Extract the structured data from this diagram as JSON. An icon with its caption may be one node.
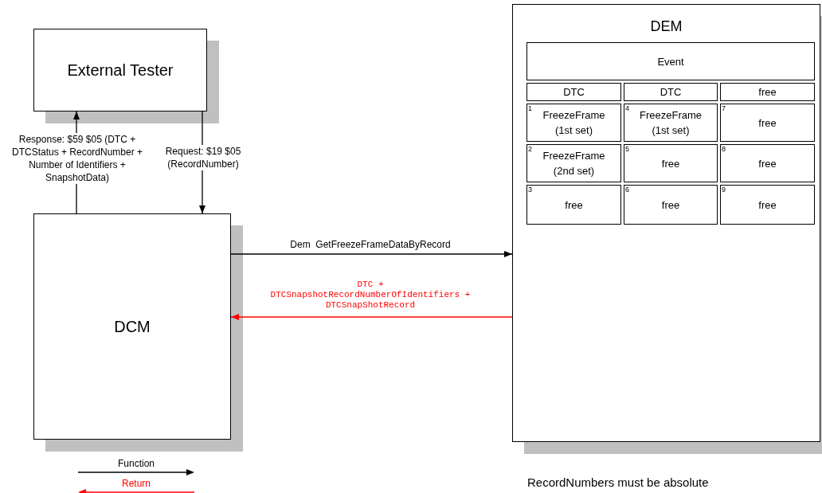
{
  "diagram": {
    "nodes": [
      {
        "text": [
          "External Tester"
        ]
      },
      {
        "text": [
          "DCM"
        ]
      },
      {
        "text": [
          "DEM"
        ]
      },
      {
        "text": [
          "Event"
        ],
        "in": 2
      },
      {
        "text": [
          "DTC"
        ],
        "in": 2
      },
      {
        "text": [
          "DTC"
        ],
        "in": 2
      },
      {
        "text": [
          "free"
        ],
        "in": 2
      },
      {
        "text": [
          "1",
          "FreezeFrame",
          "(1st set)"
        ],
        "in": 2
      },
      {
        "text": [
          "4",
          "FreezeFrame",
          "(1st set)"
        ],
        "in": 2
      },
      {
        "text": [
          "7",
          "free"
        ],
        "in": 2
      },
      {
        "text": [
          "2",
          "FreezeFrame",
          "(2nd set)"
        ],
        "in": 2
      },
      {
        "text": [
          "5",
          "free"
        ],
        "in": 2
      },
      {
        "text": [
          "8",
          "free"
        ],
        "in": 2
      },
      {
        "text": [
          "3",
          "free"
        ],
        "in": 2
      },
      {
        "text": [
          "6",
          "free"
        ],
        "in": 2
      },
      {
        "text": [
          "9",
          "free"
        ],
        "in": 2
      }
    ],
    "edges": [
      {
        "from": 1,
        "to": 0,
        "arrow": "to",
        "label": "Response: $59 $05 (DTC + DTCStatus + RecordNumber + Number of Identifiers + SnapshotData)"
      },
      {
        "from": 0,
        "to": 1,
        "arrow": "to",
        "label": "Request: $19 $05 (RecordNumber)"
      },
      {
        "from": 1,
        "to": 2,
        "arrow": "to",
        "label": "Dem  GetFreezeFrameDataByRecord"
      },
      {
        "from": 2,
        "to": 1,
        "arrow": "to",
        "label": "DTC + DTCSnapshotRecordNumberOfIdentifiers + DTCSnapShotRecord",
        "color": "#ff0000"
      }
    ],
    "labels": [
      "RecordNumbers must be absolute"
    ],
    "legend": [
      {
        "text": "Function"
      },
      {
        "text": "Return"
      }
    ]
  }
}
